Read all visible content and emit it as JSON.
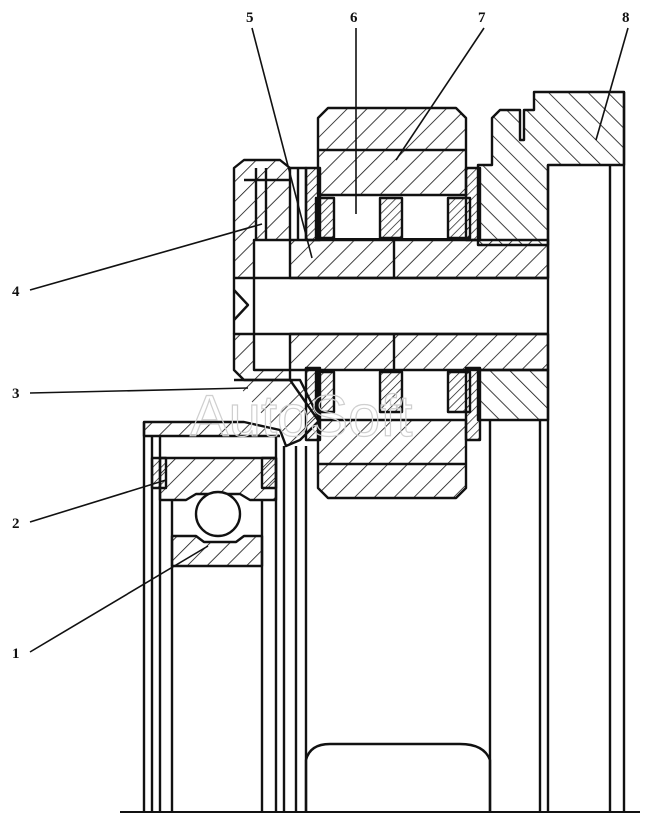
{
  "drawing": {
    "labels": [
      {
        "id": "1",
        "text": "1"
      },
      {
        "id": "2",
        "text": "2"
      },
      {
        "id": "3",
        "text": "3"
      },
      {
        "id": "4",
        "text": "4"
      },
      {
        "id": "5",
        "text": "5"
      },
      {
        "id": "6",
        "text": "6"
      },
      {
        "id": "7",
        "text": "7"
      },
      {
        "id": "8",
        "text": "8"
      }
    ],
    "watermark": "AutoSoft",
    "colors": {
      "line": "#111111",
      "background": "#ffffff",
      "watermark": "#cfcfcf"
    }
  }
}
